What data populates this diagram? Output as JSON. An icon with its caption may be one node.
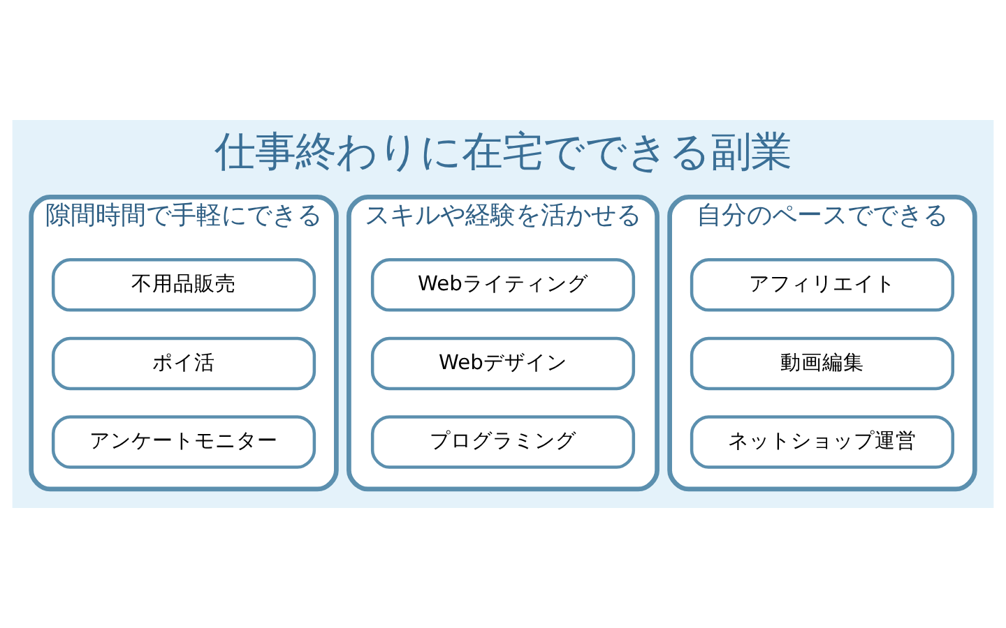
{
  "diagram": {
    "title": "仕事終わりに在宅でできる副業",
    "nodes": [
      {
        "text": [
          "隙間時間で手軽にできる"
        ]
      },
      {
        "text": [
          "不用品販売"
        ],
        "in": 0
      },
      {
        "text": [
          "ポイ活"
        ],
        "in": 0
      },
      {
        "text": [
          "アンケートモニター"
        ],
        "in": 0
      },
      {
        "text": [
          "スキルや経験を活かせる"
        ]
      },
      {
        "text": [
          "Webライティング"
        ],
        "in": 4
      },
      {
        "text": [
          "Webデザイン"
        ],
        "in": 4
      },
      {
        "text": [
          "プログラミング"
        ],
        "in": 4
      },
      {
        "text": [
          "自分のペースでできる"
        ]
      },
      {
        "text": [
          "アフィリエイト"
        ],
        "in": 8
      },
      {
        "text": [
          "動画編集"
        ],
        "in": 8
      },
      {
        "text": [
          "ネットショップ運営"
        ],
        "in": 8
      }
    ]
  }
}
